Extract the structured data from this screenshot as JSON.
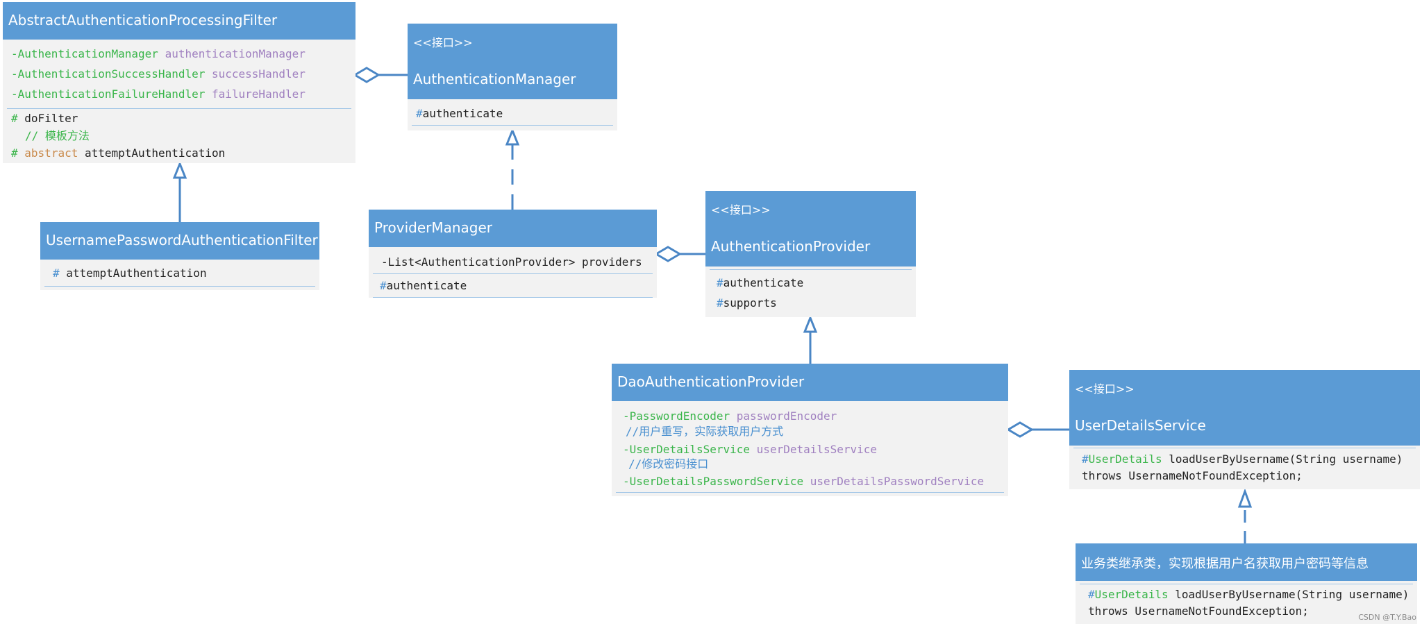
{
  "classes": {
    "abstract_filter": {
      "title": "AbstractAuthenticationProcessingFilter",
      "fields": [
        {
          "prefix": "-",
          "type": "AuthenticationManager",
          "name": "authenticationManager"
        },
        {
          "prefix": "-",
          "type": "AuthenticationSuccessHandler",
          "name": "successHandler"
        },
        {
          "prefix": "-",
          "type": "AuthenticationFailureHandler",
          "name": "failureHandler"
        }
      ],
      "method1_symbol": "#",
      "method1_name": "doFilter",
      "comment": "// 模板方法",
      "method2_symbol": "#",
      "method2_modifier": "abstract",
      "method2_name": "attemptAuthentication"
    },
    "authentication_manager": {
      "stereotype": "<<接口>>",
      "title": "AuthenticationManager",
      "method_symbol": "#",
      "method_name": "authenticate"
    },
    "username_password_filter": {
      "title": "UsernamePasswordAuthenticationFilter",
      "method_symbol": "#",
      "method_name": "attemptAuthentication"
    },
    "provider_manager": {
      "title": "ProviderManager",
      "field": "-List<AuthenticationProvider> providers",
      "method_symbol": "#",
      "method_name": "authenticate"
    },
    "authentication_provider": {
      "stereotype": "<<接口>>",
      "title": "AuthenticationProvider",
      "methods": [
        {
          "symbol": "#",
          "name": "authenticate"
        },
        {
          "symbol": "#",
          "name": "supports"
        }
      ]
    },
    "dao_provider": {
      "title": "DaoAuthenticationProvider",
      "field1": {
        "prefix": "-",
        "type": "PasswordEncoder",
        "name": "passwordEncoder"
      },
      "comment1": "//用户重写，实际获取用户方式",
      "field2": {
        "prefix": "-",
        "type": "UserDetailsService",
        "name": "userDetailsService"
      },
      "comment2": "//修改密码接口",
      "field3": {
        "prefix": "-",
        "type": "UserDetailsPasswordService",
        "name": "userDetailsPasswordService"
      }
    },
    "user_details_service": {
      "stereotype": "<<接口>>",
      "title": "UserDetailsService",
      "method_symbol": "#",
      "method_type": "UserDetails",
      "method_sig": "loadUserByUsername(String username)",
      "method_throws": "throws UsernameNotFoundException;"
    },
    "business_impl": {
      "title": "业务类继承类，实现根据用户名获取用户密码等信息",
      "method_symbol": "#",
      "method_type": "UserDetails",
      "method_sig": "loadUserByUsername(String username)",
      "method_throws": "throws UsernameNotFoundException;"
    }
  },
  "watermark": "CSDN @T.Y.Bao",
  "colors": {
    "header": "#5b9bd5",
    "body": "#f2f2f2",
    "connector": "#4a86c5",
    "type_text": "#3ab54a",
    "name_text": "#a080c0",
    "symbol_text": "#4a90d0",
    "keyword_text": "#c98a4b"
  },
  "relations": [
    {
      "from": "AbstractAuthenticationProcessingFilter",
      "to": "AuthenticationManager",
      "kind": "aggregation"
    },
    {
      "from": "UsernamePasswordAuthenticationFilter",
      "to": "AbstractAuthenticationProcessingFilter",
      "kind": "inheritance"
    },
    {
      "from": "ProviderManager",
      "to": "AuthenticationManager",
      "kind": "realization"
    },
    {
      "from": "ProviderManager",
      "to": "AuthenticationProvider",
      "kind": "aggregation"
    },
    {
      "from": "DaoAuthenticationProvider",
      "to": "AuthenticationProvider",
      "kind": "inheritance"
    },
    {
      "from": "DaoAuthenticationProvider",
      "to": "UserDetailsService",
      "kind": "aggregation"
    },
    {
      "from": "业务类继承类",
      "to": "UserDetailsService",
      "kind": "realization"
    }
  ]
}
